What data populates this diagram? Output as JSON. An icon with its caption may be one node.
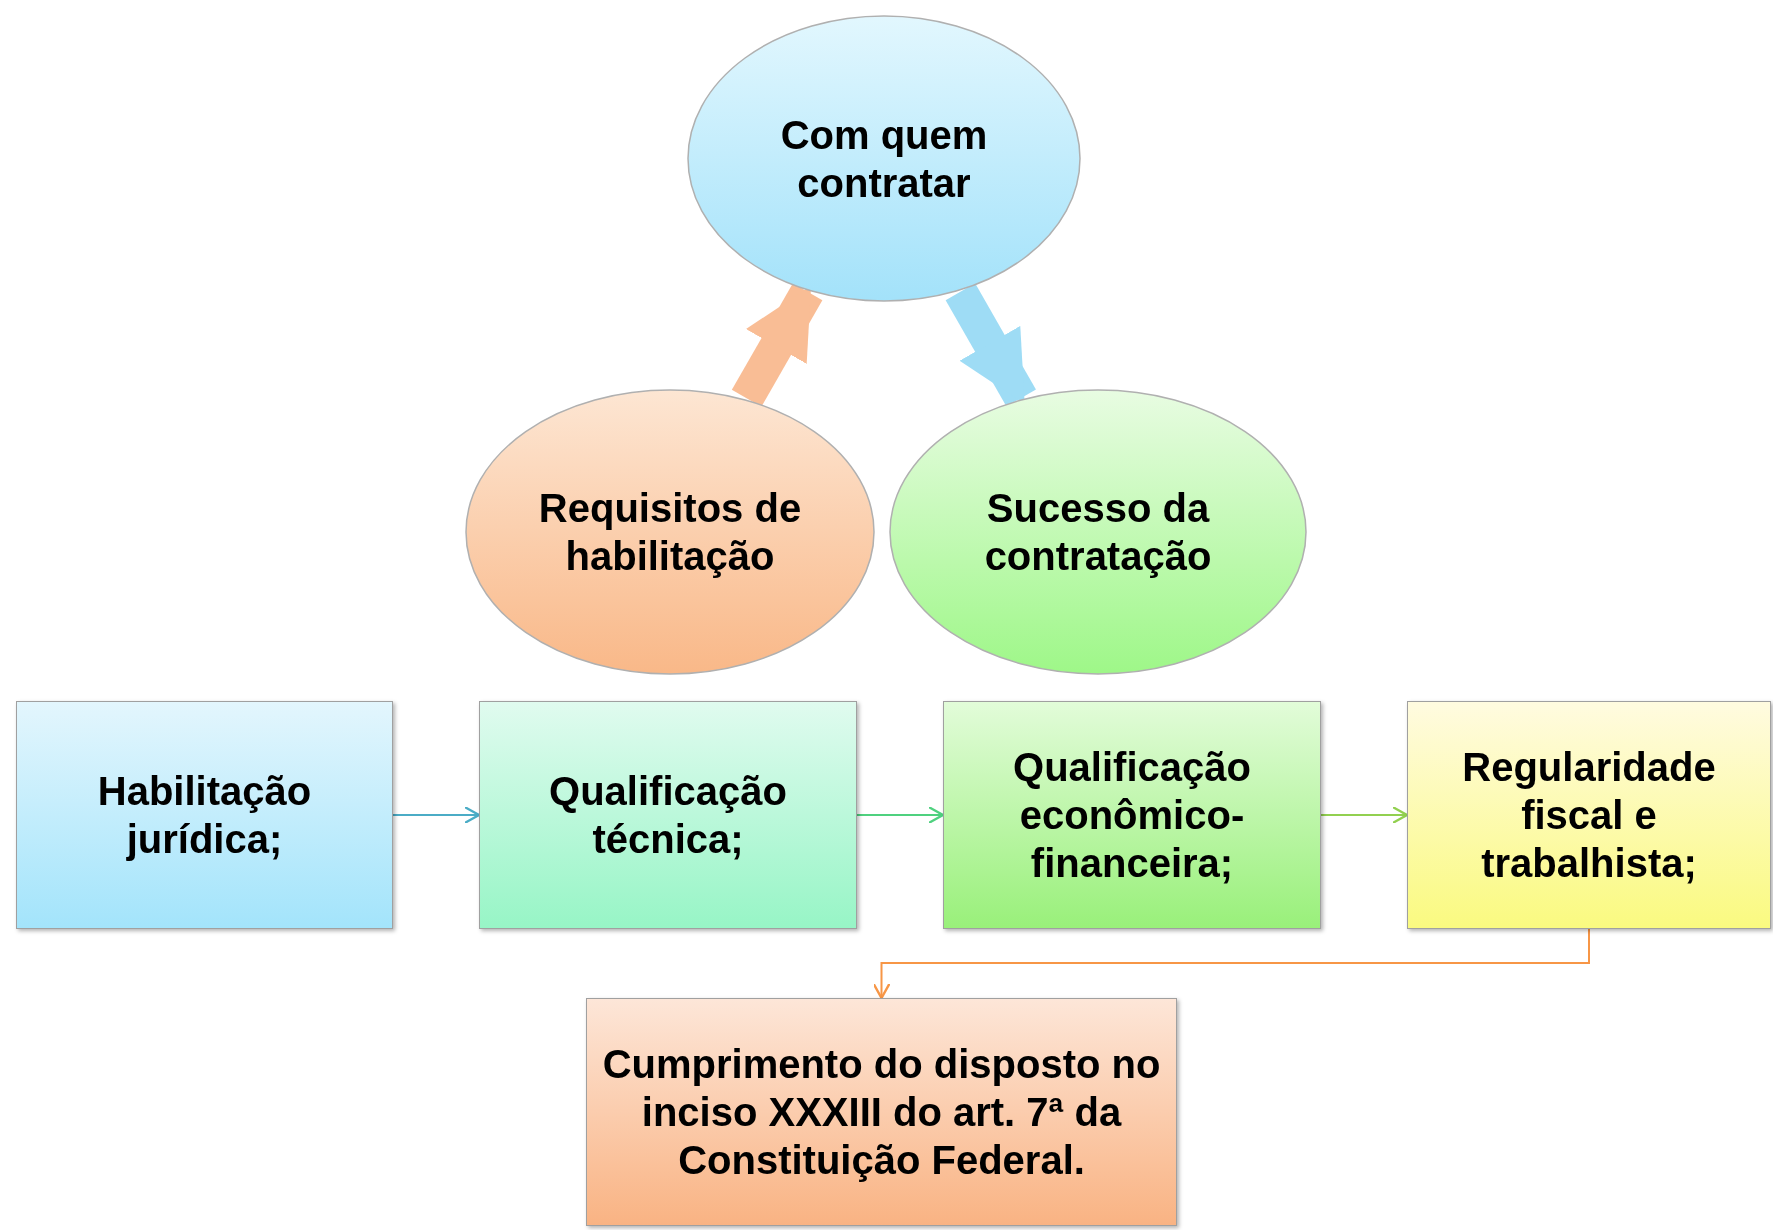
{
  "diagram": {
    "nodes": [
      {
        "text": [
          "Com quem contratar"
        ]
      },
      {
        "text": [
          "Requisitos de habilitação"
        ]
      },
      {
        "text": [
          "Sucesso da contratação"
        ]
      },
      {
        "text": [
          "Habilitação jurídica;"
        ]
      },
      {
        "text": [
          "Qualificação técnica;"
        ]
      },
      {
        "text": [
          "Qualificação econômico-financeira;"
        ]
      },
      {
        "text": [
          "Regularidade fiscal e trabalhista;"
        ]
      },
      {
        "text": [
          "Cumprimento do disposto no inciso XXXIII do art. 7ª da Constituição Federal."
        ]
      }
    ],
    "edges": [
      {
        "from": 1,
        "to": 0,
        "arrow": "to",
        "style": "thick",
        "color": "#f9bd95"
      },
      {
        "from": 0,
        "to": 2,
        "arrow": "to",
        "style": "thick",
        "color": "#9edcf5"
      },
      {
        "from": 3,
        "to": 4,
        "arrow": "to",
        "color": "#4bacc6"
      },
      {
        "from": 4,
        "to": 5,
        "arrow": "to",
        "color": "#4fd17f"
      },
      {
        "from": 5,
        "to": 6,
        "arrow": "to",
        "color": "#92d050"
      },
      {
        "from": 6,
        "to": 7,
        "arrow": "to",
        "color": "#f79646"
      }
    ]
  }
}
